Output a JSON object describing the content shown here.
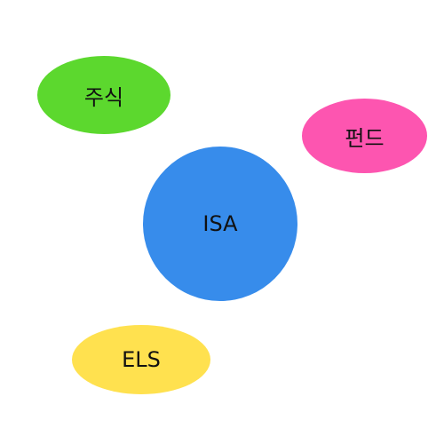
{
  "nodes": {
    "center": {
      "label": "ISA",
      "color": "#378CEB"
    },
    "stock": {
      "label": "주식",
      "color": "#5CD82E"
    },
    "fund": {
      "label": "펀드",
      "color": "#FD55B0"
    },
    "els": {
      "label": "ELS",
      "color": "#FFE14F"
    }
  }
}
